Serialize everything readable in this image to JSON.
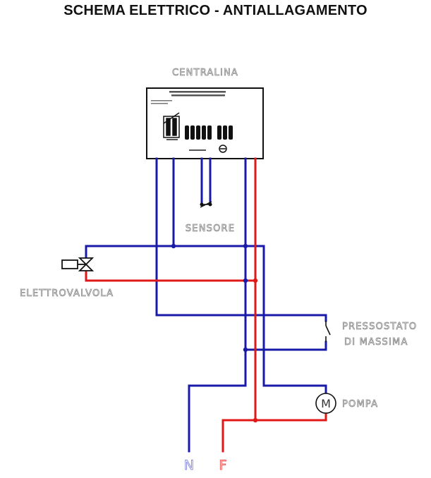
{
  "title": "SCHEMA ELETTRICO - ANTIALLAGAMENTO",
  "labels": {
    "centralina": "CENTRALINA",
    "sensore": "SENSORE",
    "elettrovalvola": "ELETTROVALVOLA",
    "pressostato_1": "PRESSOSTATO",
    "pressostato_2": "DI MASSIMA",
    "pompa": "POMPA",
    "neutral": "N",
    "phase": "F"
  },
  "colors": {
    "neutral_wire": "#1a1aa8",
    "phase_wire": "#e01818",
    "outline": "#111111",
    "label_gray": "#888888"
  }
}
